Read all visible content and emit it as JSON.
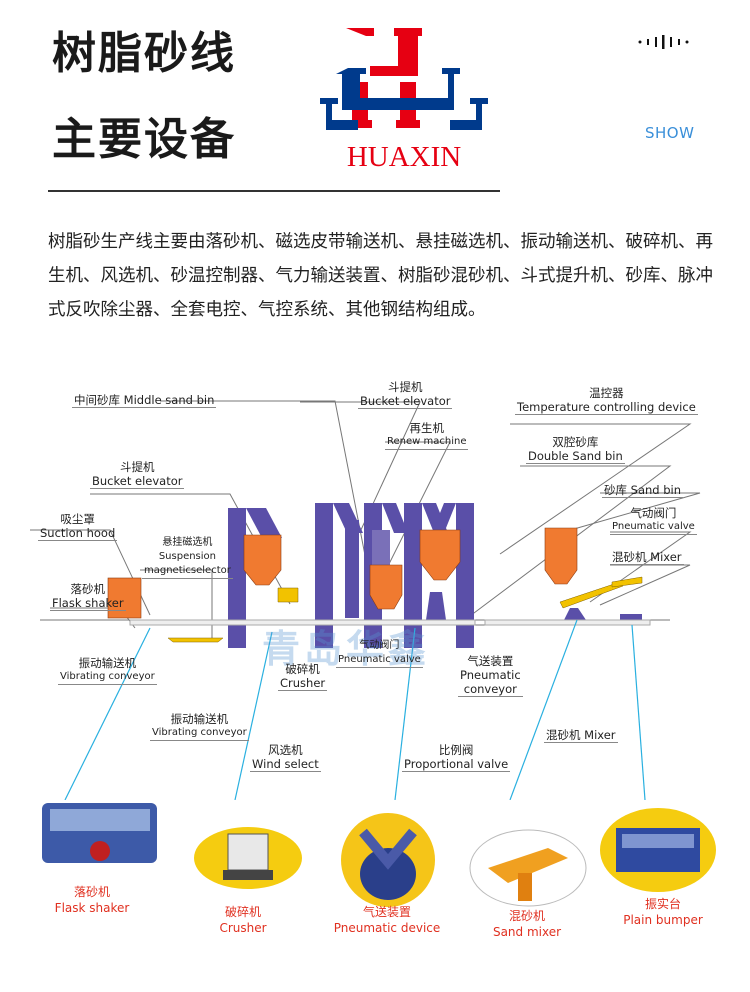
{
  "header": {
    "title_line1": "树脂砂线",
    "title_line2": "主要设备",
    "logo_text": "HUAXIN",
    "show_label": "SHOW"
  },
  "intro": "树脂砂生产线主要由落砂机、磁选皮带输送机、悬挂磁选机、振动输送机、破碎机、再生机、风选机、砂温控制器、气力输送装置、树脂砂混砂机、斗式提升机、砂库、脉冲式反吹除尘器、全套电控、气控系统、其他钢结构组成。",
  "watermark": "青岛华鑫",
  "labels": {
    "middle_sand_bin": "中间砂库 Middle sand bin",
    "bucket_elevator_1_cn": "斗提机",
    "bucket_elevator_1_en": "Bucket elevator",
    "suction_hood_cn": "吸尘罩",
    "suction_hood_en": "Suction hood",
    "suspension_cn": "悬挂磁选机",
    "suspension_en1": "Suspension",
    "suspension_en2": "magneticselector",
    "flask_shaker_cn": "落砂机",
    "flask_shaker_en": "Flask shaker",
    "vib1_cn": "振动输送机",
    "vib1_en": "Vibrating conveyor",
    "vib2_cn": "振动输送机",
    "vib2_en": "Vibrating conveyor",
    "crusher_cn": "破碎机",
    "crusher_en": "Crusher",
    "wind_cn": "风选机",
    "wind_en": "Wind select",
    "pvalve1_cn": "气动阀门",
    "pvalve1_en": "Pneumatic valve",
    "pconv_cn": "气送装置",
    "pconv_en1": "Pneumatic",
    "pconv_en2": "conveyor",
    "prop_cn": "比例阀",
    "prop_en": "Proportional valve",
    "bucket_elevator_2_cn": "斗提机",
    "bucket_elevator_2_en": "Bucket elevator",
    "renew_cn": "再生机",
    "renew_en": "Renew machine",
    "temp_cn": "温控器",
    "temp_en": "Temperature controlling device",
    "double_cn": "双腔砂库",
    "double_en": "Double Sand bin",
    "sand_bin": "砂库 Sand bin",
    "pvalve2_cn": "气动阀门",
    "pvalve2_en": "Pneumatic valve",
    "mixer1": "混砂机 Mixer",
    "mixer2": "混砂机 Mixer"
  },
  "photos": [
    {
      "cn": "落砂机",
      "en": "Flask shaker"
    },
    {
      "cn": "破碎机",
      "en": "Crusher"
    },
    {
      "cn": "气送装置",
      "en": "Pneumatic device"
    },
    {
      "cn": "混砂机",
      "en": "Sand mixer"
    },
    {
      "cn": "振实台",
      "en": "Plain bumper"
    }
  ],
  "colors": {
    "frame": "#5a4fa8",
    "bin": "#f07a30",
    "logo_red": "#e60012",
    "logo_blue": "#003a8c",
    "leader": "#2ab0e0"
  }
}
